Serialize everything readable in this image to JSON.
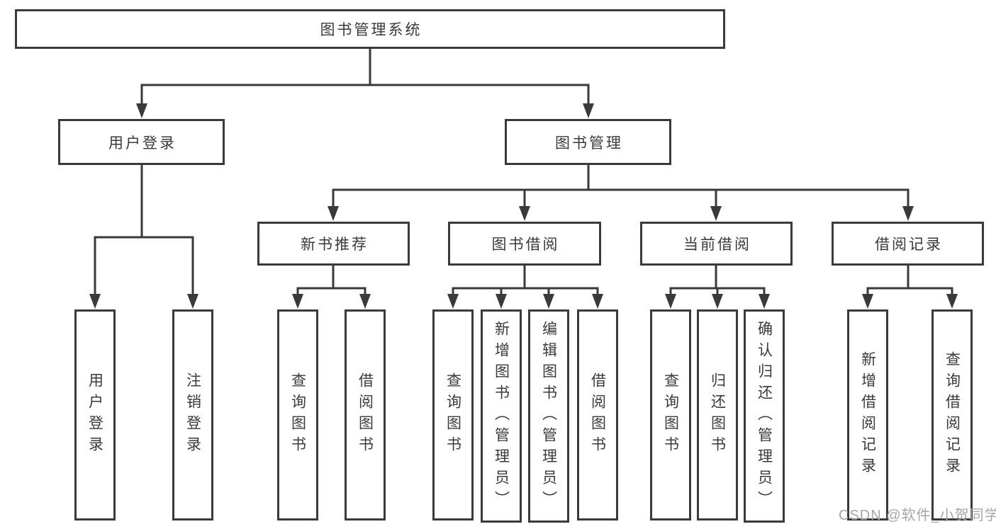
{
  "diagram_type": "functional-structure-tree",
  "tree": {
    "label": "图书管理系统",
    "children": [
      {
        "label": "用户登录",
        "children": [
          {
            "label": "用户登录"
          },
          {
            "label": "注销登录"
          }
        ]
      },
      {
        "label": "图书管理",
        "children": [
          {
            "label": "新书推荐",
            "children": [
              {
                "label": "查询图书"
              },
              {
                "label": "借阅图书"
              }
            ]
          },
          {
            "label": "图书借阅",
            "children": [
              {
                "label": "查询图书"
              },
              {
                "label": "新增图书（管理员）"
              },
              {
                "label": "编辑图书（管理员）"
              },
              {
                "label": "借阅图书"
              }
            ]
          },
          {
            "label": "当前借阅",
            "children": [
              {
                "label": "查询图书"
              },
              {
                "label": "归还图书"
              },
              {
                "label": "确认归还（管理员）"
              }
            ]
          },
          {
            "label": "借阅记录",
            "children": [
              {
                "label": "新增借阅记录"
              },
              {
                "label": "查询借阅记录"
              }
            ]
          }
        ]
      }
    ]
  },
  "watermark": {
    "text": "CSDN @软件_小贺同学"
  },
  "colors": {
    "line": "#3a3a3a",
    "box_border": "#3a3a3a",
    "text": "#3a3a3a",
    "background": "#ffffff",
    "watermark": "#a6a6a6"
  }
}
